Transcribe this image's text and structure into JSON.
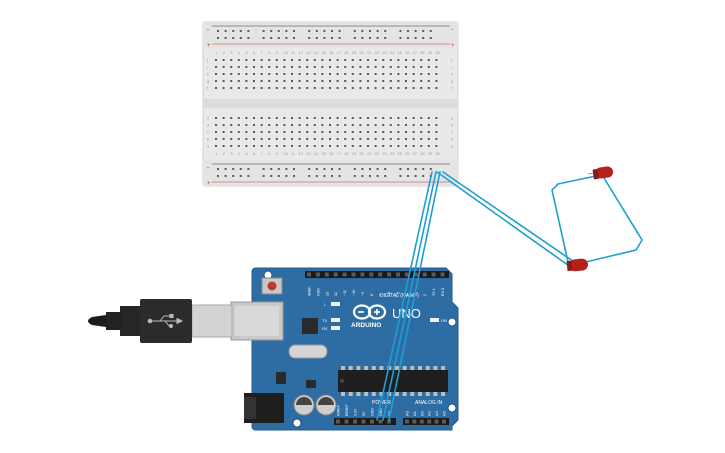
{
  "breadboard": {
    "rail_plus": "+",
    "rail_minus": "-",
    "rows_top": [
      "j",
      "i",
      "h",
      "g",
      "f"
    ],
    "rows_bottom": [
      "e",
      "d",
      "c",
      "b",
      "a"
    ],
    "columns": 30
  },
  "arduino": {
    "model": "UNO",
    "brand": "ARDUINO",
    "digital_label": "DIGITAL (PWM~)",
    "power_label": "POWER",
    "analog_label": "ANALOG IN",
    "on_label": "ON",
    "l_label": "L",
    "tx_label": "TX",
    "rx_label": "RX",
    "digital_pins": [
      "AREF",
      "GND",
      "13",
      "12",
      "~11",
      "~10",
      "~9",
      "8",
      "7",
      "~6",
      "~5",
      "4",
      "~3",
      "2",
      "TX 1",
      "RX 0"
    ],
    "power_pins": [
      "IOREF",
      "RESET",
      "3.3V",
      "5V",
      "GND",
      "GND",
      "Vin"
    ],
    "analog_pins": [
      "A0",
      "A1",
      "A2",
      "A3",
      "A4",
      "A5"
    ]
  },
  "components": {
    "led_top": {
      "color": "#b5201c"
    },
    "led_bottom": {
      "color": "#b5201c"
    },
    "wire_color": "#1e9fd4",
    "board_color": "#2e6da4"
  }
}
